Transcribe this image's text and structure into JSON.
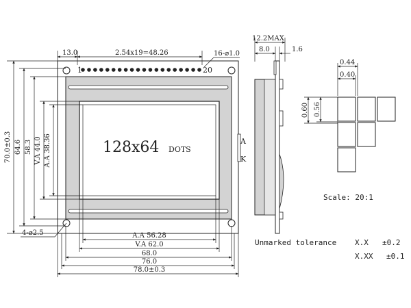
{
  "front_view": {
    "top_dims": {
      "left_margin": "13.0",
      "pin_pitch": "2.54x19=48.26",
      "pin_hole": "16-⌀1.0"
    },
    "pin_labels": {
      "first": "1",
      "last": "20"
    },
    "display_text": {
      "main": "128x64",
      "unit": "DOTS"
    },
    "left_dims": [
      "70.0±0.3",
      "64.6",
      "58.3",
      "V.A 44.0",
      "A.A 38.36"
    ],
    "bottom_dims": [
      "A.A 56.28",
      "V.A 62.0",
      "68.0",
      "76.0",
      "78.0±0.3"
    ],
    "mount_hole": "4-⌀2.5",
    "side_labels": {
      "anode": "A",
      "cathode": "K"
    }
  },
  "side_view": {
    "max_thickness": "12.2MAX",
    "body_thickness": "8.0",
    "pcb_thickness": "1.6"
  },
  "dot_detail": {
    "pitch_x": "0.44",
    "dot_x": "0.40",
    "pitch_y": "0.60",
    "dot_y": "0.56",
    "scale": "Scale: 20:1"
  },
  "tolerance": {
    "title": "Unmarked tolerance",
    "rows": [
      {
        "format": "X.X",
        "value": "±0.2"
      },
      {
        "format": "X.XX",
        "value": "±0.1"
      }
    ]
  }
}
